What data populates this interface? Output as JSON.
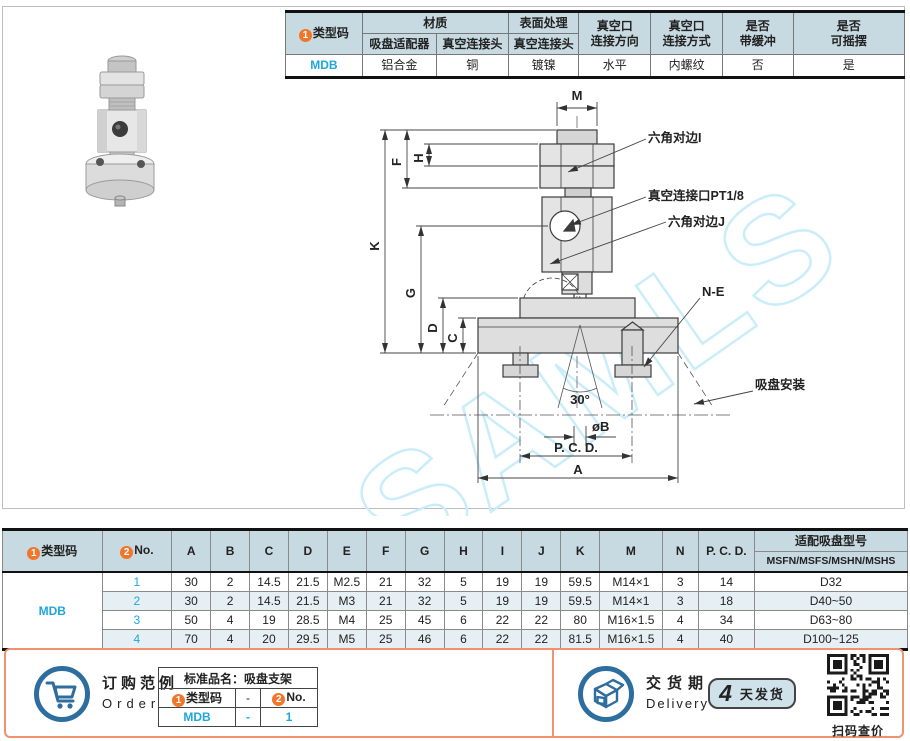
{
  "colors": {
    "accent_orange": "#f2762a",
    "link_blue": "#1fa6dc",
    "table_header_bg": "#c7d9e1",
    "row_alt_bg": "#e6f0f4",
    "footer_border": "#f0916f",
    "icon_blue": "#2e6e9e",
    "watermark_blue": "#c9edfa"
  },
  "top_table": {
    "code_badge": "1",
    "col_type_code": "类型码",
    "material_header": "材质",
    "material_sub_adapter": "吸盘适配器",
    "material_sub_connector": "真空连接头",
    "surface_header": "表面处理",
    "surface_sub": "真空连接头",
    "col_port_direction": "真空口\n连接方向",
    "col_port_method": "真空口\n连接方式",
    "col_buffer": "是否\n带缓冲",
    "col_swing": "是否\n可摇摆",
    "row": {
      "type_code": "MDB",
      "adapter_material": "铝合金",
      "connector_material": "铜",
      "surface_treatment": "镀镍",
      "port_direction": "水平",
      "port_method": "内螺纹",
      "buffer": "否",
      "swing": "是"
    }
  },
  "diagram": {
    "watermark": "SAMLS",
    "dims": {
      "m": "M",
      "f": "F",
      "h": "H",
      "k": "K",
      "g": "G",
      "d": "D",
      "c": "C",
      "angle": "30°",
      "ob": "øB",
      "pcd": "P. C. D.",
      "a": "A",
      "ne": "N-E"
    },
    "callouts": {
      "hex_i": "六角对边I",
      "vacuum_port": "真空连接口PT1/8",
      "hex_j": "六角对边J",
      "cup_mount": "吸盘安装"
    }
  },
  "spec_table": {
    "code_badge": "1",
    "no_badge": "2",
    "col_type_code": "类型码",
    "col_no": "No.",
    "dim_columns": [
      "A",
      "B",
      "C",
      "D",
      "E",
      "F",
      "G",
      "H",
      "I",
      "J",
      "K",
      "M",
      "N",
      "P. C. D."
    ],
    "col_model_line1": "适配吸盘型号",
    "col_model_line2": "MSFN/MSFS/MSHN/MSHS",
    "type_code": "MDB",
    "rows": [
      {
        "no": "1",
        "values": [
          "30",
          "2",
          "14.5",
          "21.5",
          "M2.5",
          "21",
          "32",
          "5",
          "19",
          "19",
          "59.5",
          "M14×1",
          "3",
          "14"
        ],
        "model": "D32"
      },
      {
        "no": "2",
        "values": [
          "30",
          "2",
          "14.5",
          "21.5",
          "M3",
          "21",
          "32",
          "5",
          "19",
          "19",
          "59.5",
          "M14×1",
          "3",
          "18"
        ],
        "model": "D40~50"
      },
      {
        "no": "3",
        "values": [
          "50",
          "4",
          "19",
          "28.5",
          "M4",
          "25",
          "45",
          "6",
          "22",
          "22",
          "80",
          "M16×1.5",
          "4",
          "34"
        ],
        "model": "D63~80"
      },
      {
        "no": "4",
        "values": [
          "70",
          "4",
          "20",
          "29.5",
          "M5",
          "25",
          "46",
          "6",
          "22",
          "22",
          "81.5",
          "M16×1.5",
          "4",
          "40"
        ],
        "model": "D100~125"
      }
    ]
  },
  "footer": {
    "order_title_cn": "订购范例",
    "order_title_en": "Order",
    "order_table": {
      "title": "标准品名：吸盘支架",
      "code_badge": "1",
      "code_label": "类型码",
      "dash_header": "-",
      "no_badge": "2",
      "no_label": "No.",
      "code_value": "MDB",
      "dash_value": "-",
      "no_value": "1"
    },
    "delivery_cn": "交货期",
    "delivery_en": "Delivery",
    "delivery_days": "4",
    "delivery_unit": "天发货",
    "qr_caption": "扫码查价"
  }
}
